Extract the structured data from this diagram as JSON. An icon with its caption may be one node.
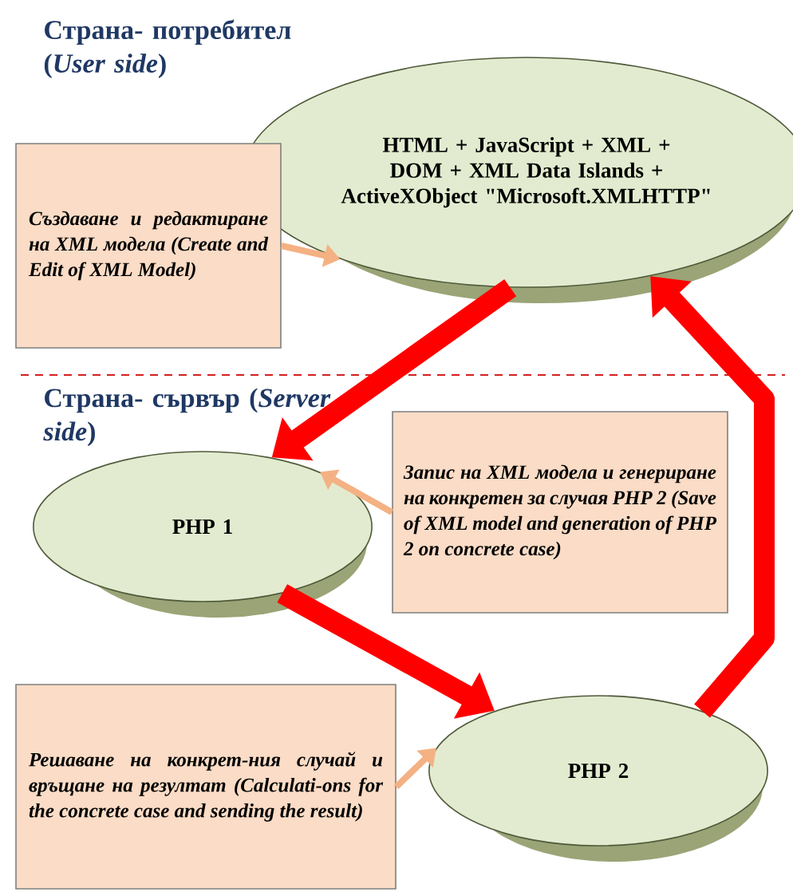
{
  "diagram": {
    "nodes": [
      {
        "text": [
          "HTML + JavaScript + XML + DOM + XML Data Islands + ActiveXObject \"Microsoft.XMLHTTP\""
        ]
      },
      {
        "text": [
          "Създаване и редактиране на XML модела (Create and Edit of XML Model)"
        ]
      },
      {
        "text": [
          "PHP 1"
        ]
      },
      {
        "text": [
          "Запис на XML модела и генериране на конкретен за случая PHP 2 (Save of XML model and generation of PHP 2 on concrete case)"
        ]
      },
      {
        "text": [
          "PHP 2"
        ]
      },
      {
        "text": [
          "Решаване на конкрет-ния случай и връщане на резултат (Calculati-ons for the concrete case and sending the result)"
        ]
      }
    ],
    "edges": [
      {
        "from": 0,
        "to": 2,
        "arrow": "to",
        "style": "thick",
        "color": "#ff0000"
      },
      {
        "from": 2,
        "to": 4,
        "arrow": "to",
        "style": "thick",
        "color": "#ff0000"
      },
      {
        "from": 4,
        "to": 0,
        "arrow": "to",
        "style": "thick",
        "color": "#ff0000"
      },
      {
        "from": 1,
        "to": 0,
        "arrow": "to",
        "color": "#f4b183"
      },
      {
        "from": 3,
        "to": 2,
        "arrow": "to",
        "color": "#f4b183"
      },
      {
        "from": 5,
        "to": 4,
        "arrow": "to",
        "color": "#f4b183"
      }
    ],
    "labels": [
      "Страна- потребител (*User side*)",
      "Страна- сървър (*Server side*)"
    ]
  }
}
